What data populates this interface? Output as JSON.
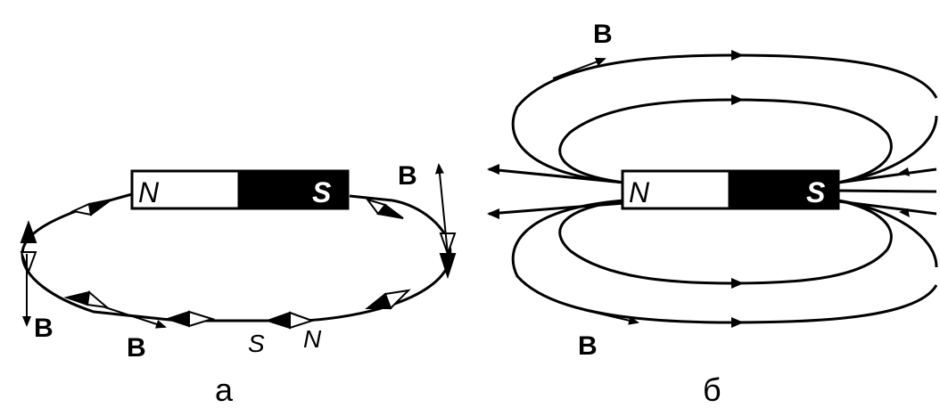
{
  "panel_a": {
    "magnet": {
      "north": "N",
      "south": "S"
    },
    "field_labels": [
      "B",
      "B",
      "B"
    ],
    "compass_labels": {
      "south": "S",
      "north": "N"
    },
    "caption": "а"
  },
  "panel_b": {
    "magnet": {
      "north": "N",
      "south": "S"
    },
    "field_labels": [
      "B",
      "B"
    ],
    "caption": "б"
  },
  "colors": {
    "ink": "#000000",
    "paper": "#ffffff"
  }
}
